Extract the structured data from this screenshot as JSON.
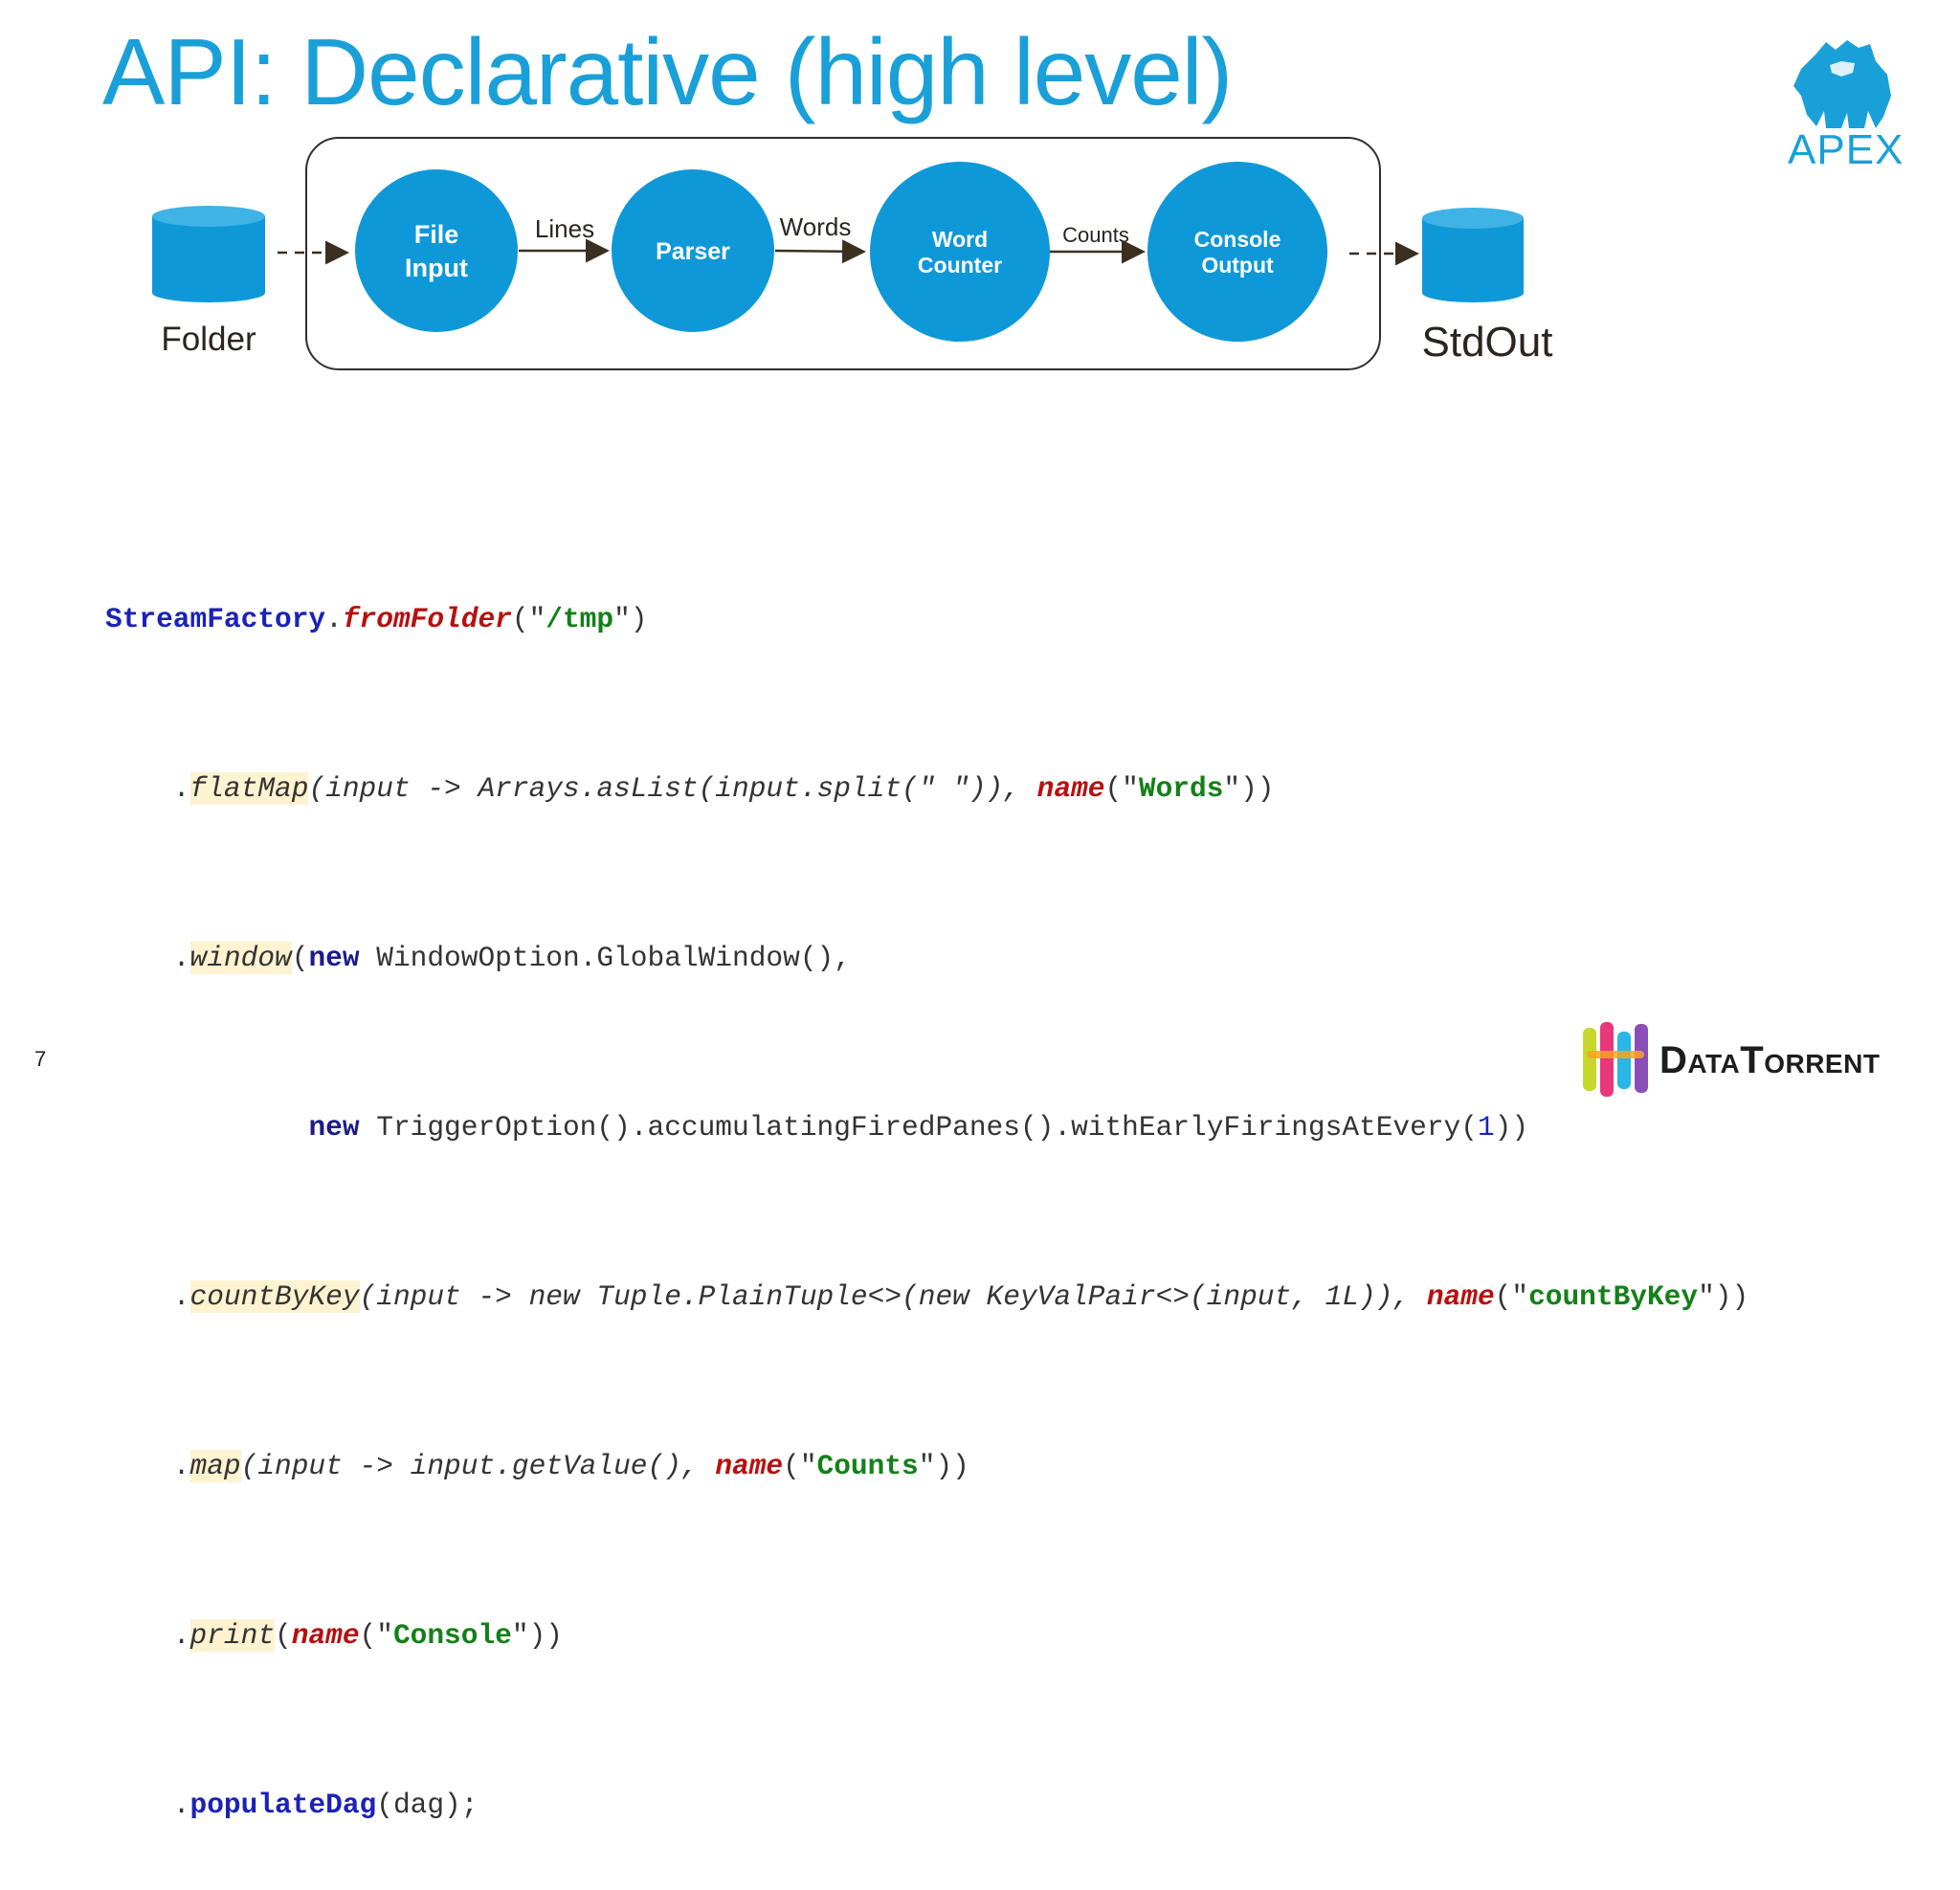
{
  "slide": {
    "title": "API: Declarative (high level)",
    "page_number": "7"
  },
  "logos": {
    "apex": "APEX",
    "datatorrent": "DataTorrent"
  },
  "diagram": {
    "source": "Folder",
    "sink": "StdOut",
    "operators": [
      {
        "line1": "File",
        "line2": "Input"
      },
      {
        "line1": "Parser",
        "line2": ""
      },
      {
        "line1": "Word",
        "line2": "Counter"
      },
      {
        "line1": "Console",
        "line2": "Output"
      }
    ],
    "streams": [
      "Lines",
      "Words",
      "Counts"
    ]
  },
  "code": {
    "l1": {
      "a": "StreamFactory",
      "b": ".",
      "c": "fromFolder",
      "d": "(\"",
      "e": "/tmp",
      "f": "\")"
    },
    "l2": {
      "a": "    .",
      "b": "flatMap",
      "c": "(input -> Arrays.asList(input.split(\" \")), ",
      "d": "name",
      "e": "(\"",
      "f": "Words",
      "g": "\"))"
    },
    "l3": {
      "a": "    .",
      "b": "window",
      "c": "(",
      "d": "new",
      "e": " WindowOption.GlobalWindow(),"
    },
    "l4": {
      "a": "            ",
      "b": "new",
      "c": " TriggerOption().accumulatingFiredPanes().withEarlyFiringsAtEvery(",
      "d": "1",
      "e": "))"
    },
    "l5": {
      "a": "    .",
      "b": "countByKey",
      "c": "(input -> new Tuple.PlainTuple<>(new KeyValPair<>(input, 1L)), ",
      "d": "name",
      "e": "(\"",
      "f": "countByKey",
      "g": "\"))"
    },
    "l6": {
      "a": "    .",
      "b": "map",
      "c": "(input -> input.getValue(), ",
      "d": "name",
      "e": "(\"",
      "f": "Counts",
      "g": "\"))"
    },
    "l7": {
      "a": "    .",
      "b": "print",
      "c": "(",
      "d": "name",
      "e": "(\"",
      "f": "Console",
      "g": "\"))"
    },
    "l8": {
      "a": "    .",
      "b": "populateDag",
      "c": "(dag);"
    }
  },
  "colors": {
    "accent_blue": "#1aa0d9",
    "code_class": "#1b22b8",
    "code_method": "#b71010",
    "code_string": "#138018"
  }
}
